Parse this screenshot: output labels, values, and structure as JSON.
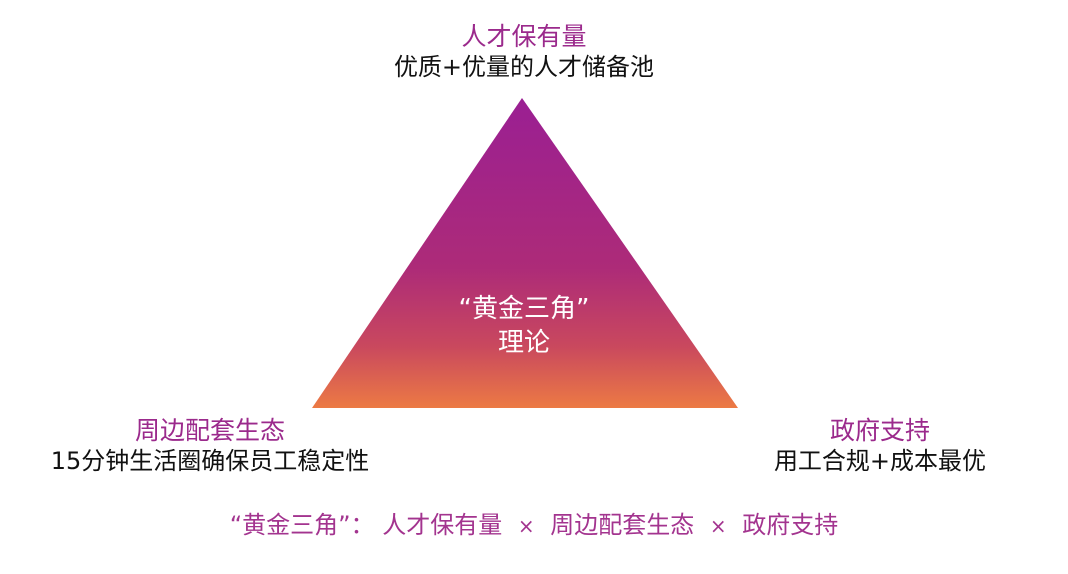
{
  "top": {
    "title": "人才保有量",
    "subtitle": "优质+优量的人才储备池"
  },
  "left": {
    "title": "周边配套生态",
    "subtitle": "15分钟生活圈确保员工稳定性"
  },
  "right": {
    "title": "政府支持",
    "subtitle": "用工合规+成本最优"
  },
  "center": {
    "line1": "“黄金三角”",
    "line2": "理论"
  },
  "formula": {
    "prefix": "“黄金三角”：",
    "term1": "人才保有量",
    "op1": "×",
    "term2": "周边配套生态",
    "op2": "×",
    "term3": "政府支持"
  },
  "colors": {
    "triangle_top": "#9a1f93",
    "triangle_mid": "#b8326f",
    "triangle_bottom": "#ec7a44",
    "title_color": "#9b2a8c",
    "formula_color": "#a3348f"
  }
}
